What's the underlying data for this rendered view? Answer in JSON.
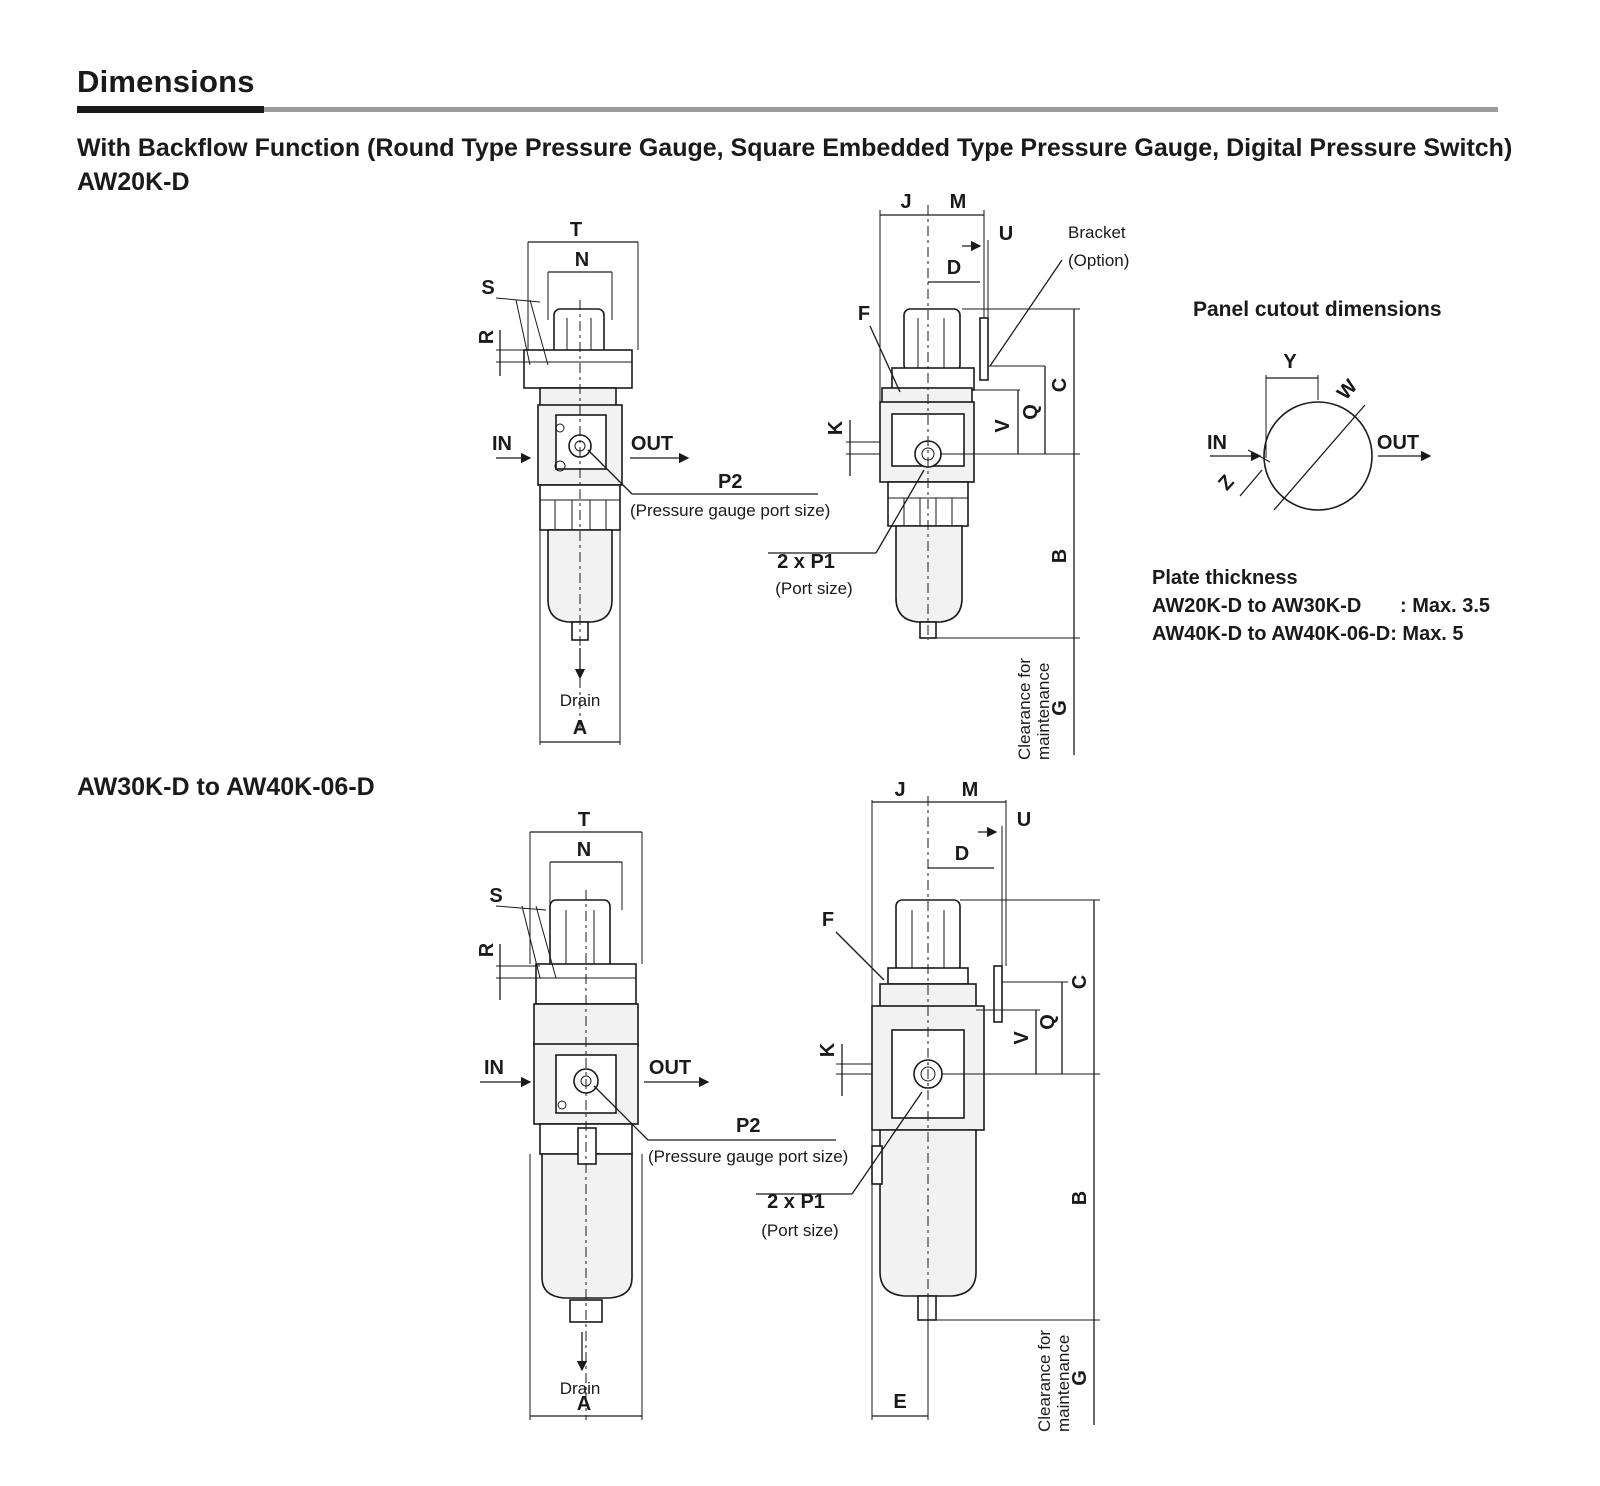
{
  "heading": "Dimensions",
  "subtitle": "With Backflow Function (Round Type Pressure Gauge, Square Embedded Type Pressure Gauge, Digital Pressure Switch)",
  "models": [
    "AW20K-D",
    "AW30K-D to AW40K-06-D"
  ],
  "dimension_labels": {
    "T": "T",
    "N": "N",
    "S": "S",
    "R": "R",
    "A": "A",
    "J": "J",
    "M": "M",
    "U": "U",
    "D": "D",
    "F": "F",
    "C": "C",
    "Q": "Q",
    "V": "V",
    "K": "K",
    "B": "B",
    "G": "G",
    "E": "E",
    "Y": "Y",
    "W": "W",
    "Z": "Z"
  },
  "annotations": {
    "in": "IN",
    "out": "OUT",
    "drain": "Drain",
    "p2": "P2",
    "p2_note": "(Pressure gauge port size)",
    "p1": "2 x P1",
    "p1_note": "(Port size)",
    "bracket": "Bracket",
    "bracket_note": "(Option)",
    "clearance_1": "Clearance for",
    "clearance_2": "maintenance"
  },
  "panel_cutout": {
    "title": "Panel cutout dimensions"
  },
  "plate_thickness": {
    "title": "Plate thickness",
    "rows": [
      {
        "models": "AW20K-D to AW30K-D",
        "value": ": Max. 3.5"
      },
      {
        "models": "AW40K-D to AW40K-06-D",
        "value": ": Max. 5"
      }
    ]
  }
}
